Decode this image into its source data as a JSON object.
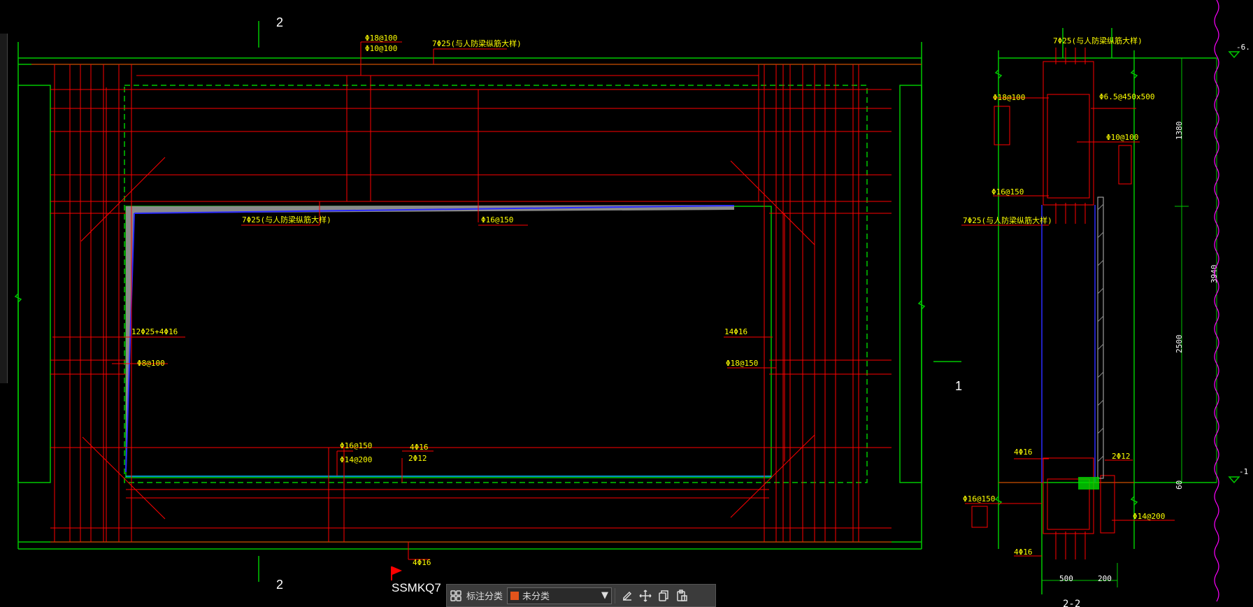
{
  "colors": {
    "background": "#000000",
    "rebar": "#ff0000",
    "outline": "#00c800",
    "text": "#ffff00",
    "dim_text": "#ffffff",
    "break_line": "#ff00ff",
    "accent_blue": "#2a2aff",
    "swatch": "#e2541b"
  },
  "section_marks": {
    "top": "2",
    "bottom": "2",
    "right": "1",
    "section_label": "2-2"
  },
  "elevations": [
    "-6.",
    "-1"
  ],
  "main_labels": {
    "top_stirrup_a": "Φ18@100",
    "top_stirrup_b": "Φ10@100",
    "top_main": "7Φ25(与人防梁纵筋大样)",
    "inner_top": "7Φ25(与人防梁纵筋大样)",
    "inner_mid": "Φ16@150",
    "left_bars": "12Φ25+4Φ16",
    "left_stirrup": "Φ8@100",
    "right_bars": "14Φ16",
    "right_stirrup": "Φ18@150",
    "bottom_a": "Φ16@150",
    "bottom_b": "Φ14@200",
    "bottom_c": "4Φ16",
    "bottom_d": "2Φ12",
    "bottom_e": "4Φ16"
  },
  "section_labels": {
    "top_main": "7Φ25(与人防梁纵筋大样)",
    "stirrup_1": "Φ18@100",
    "stirrup_2": "Φ6.5@450x500",
    "stirrup_3": "Φ10@100",
    "stirrup_4": "Φ16@150",
    "mid_main": "7Φ25(与人防梁纵筋大样)",
    "bot_1": "4Φ16",
    "bot_2": "2Φ12",
    "bot_3": "Φ16@150",
    "bot_4": "Φ14@200",
    "bot_5": "4Φ16"
  },
  "dimensions": {
    "d1380": "1380",
    "d3940": "3940",
    "d2500": "2500",
    "d60": "60",
    "d500": "500",
    "d200": "200"
  },
  "flag_label": "SSMKQ7",
  "toolbar": {
    "category_label": "标注分类",
    "category_value": "未分类",
    "icons": [
      "group-icon",
      "edit-icon",
      "move-icon",
      "copy-icon",
      "paste-icon"
    ]
  }
}
